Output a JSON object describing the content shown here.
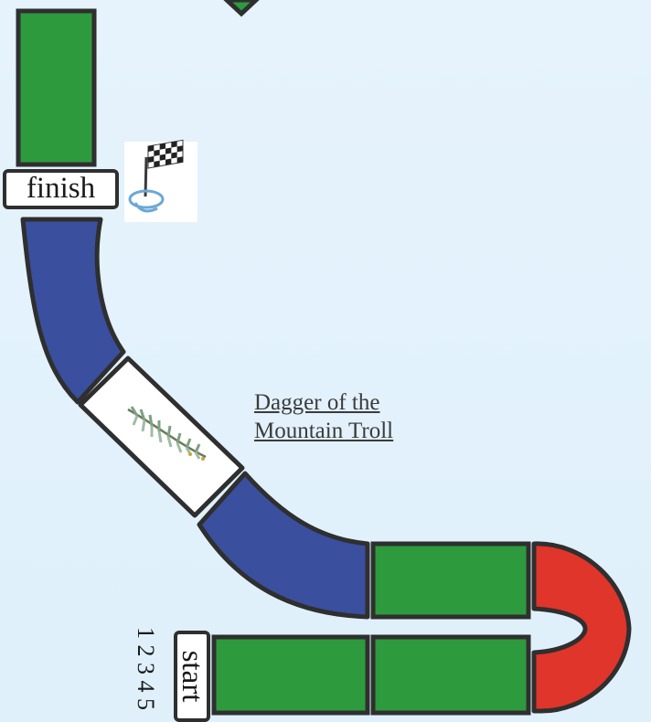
{
  "board": {
    "finish_label": "finish",
    "start_label": "start",
    "player_numbers": "1 2 3 4 5",
    "item_link": {
      "line1": "Dagger of the",
      "line2": "Mountain Troll"
    }
  },
  "colors": {
    "green_space": "#2e9a3e",
    "blue_space": "#3a4f9e",
    "red_space": "#e0352a",
    "outline": "#2f2f2f",
    "background": "#e2f1fb"
  },
  "icons": [
    "checkered-flag-icon",
    "pine-branch-icon"
  ]
}
